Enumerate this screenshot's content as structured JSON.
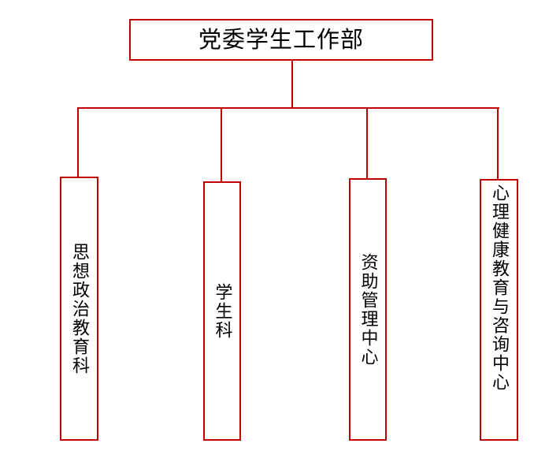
{
  "chart_data": {
    "type": "diagram",
    "diagram_type": "organization-chart",
    "title": "党委学生工作部",
    "orientation": "top-down",
    "border_color": "#C00000",
    "text_color": "#000000",
    "background_color": "#FFFFFF",
    "root": {
      "label": "党委学生工作部",
      "text_direction": "horizontal"
    },
    "children": [
      {
        "label": "思想政治教育科",
        "text_direction": "vertical"
      },
      {
        "label": "学生科",
        "text_direction": "vertical"
      },
      {
        "label": "资助管理中心",
        "text_direction": "vertical"
      },
      {
        "label": "心理健康教育与咨询中心",
        "text_direction": "vertical"
      }
    ],
    "edges": [
      {
        "from": "党委学生工作部",
        "to": "思想政治教育科"
      },
      {
        "from": "党委学生工作部",
        "to": "学生科"
      },
      {
        "from": "党委学生工作部",
        "to": "资助管理中心"
      },
      {
        "from": "党委学生工作部",
        "to": "心理健康教育与咨询中心"
      }
    ]
  }
}
